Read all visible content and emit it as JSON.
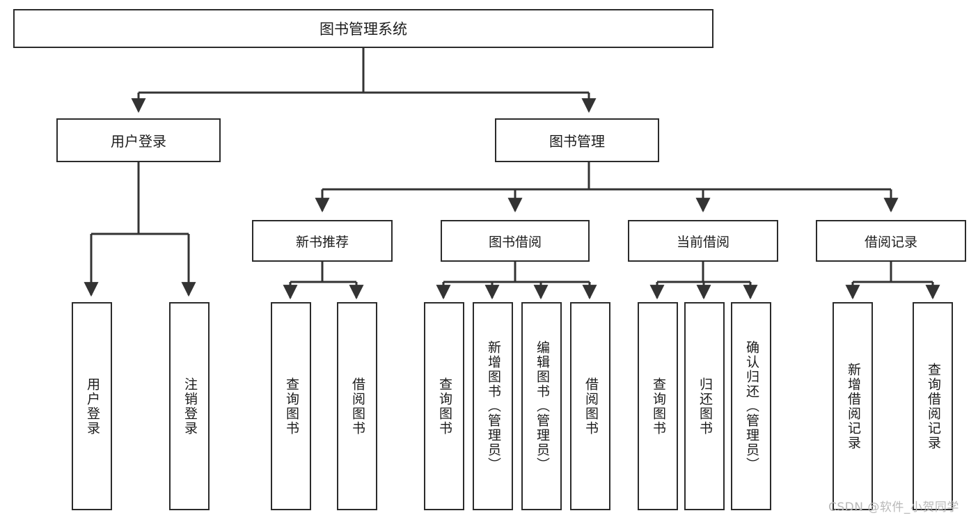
{
  "diagram": {
    "title": "图书管理系统",
    "type": "functional-structure-tree",
    "root": {
      "label": "图书管理系统"
    },
    "level2": [
      {
        "id": "user-login",
        "label": "用户登录"
      },
      {
        "id": "book-manage",
        "label": "图书管理"
      }
    ],
    "level3": [
      {
        "id": "new-book-rec",
        "label": "新书推荐"
      },
      {
        "id": "book-borrow",
        "label": "图书借阅"
      },
      {
        "id": "current-borrow",
        "label": "当前借阅"
      },
      {
        "id": "borrow-record",
        "label": "借阅记录"
      }
    ],
    "leaves": {
      "user_login": [
        {
          "id": "leaf-user-login",
          "label": "用户登录"
        },
        {
          "id": "leaf-logout-login",
          "label": "注销登录"
        }
      ],
      "new_book_rec": [
        {
          "id": "leaf-query-book-1",
          "label": "查询图书"
        },
        {
          "id": "leaf-borrow-book-1",
          "label": "借阅图书"
        }
      ],
      "book_borrow": [
        {
          "id": "leaf-query-book-2",
          "label": "查询图书"
        },
        {
          "id": "leaf-add-book",
          "label": "新增图书（管理员）"
        },
        {
          "id": "leaf-edit-book",
          "label": "编辑图书（管理员）"
        },
        {
          "id": "leaf-borrow-book-2",
          "label": "借阅图书"
        }
      ],
      "current_borrow": [
        {
          "id": "leaf-query-book-3",
          "label": "查询图书"
        },
        {
          "id": "leaf-return-book",
          "label": "归还图书"
        },
        {
          "id": "leaf-confirm-return",
          "label": "确认归还（管理员）"
        }
      ],
      "borrow_record": [
        {
          "id": "leaf-add-record",
          "label": "新增借阅记录"
        },
        {
          "id": "leaf-query-record",
          "label": "查询借阅记录"
        }
      ]
    }
  },
  "watermark": {
    "text": "CSDN @软件_小贺同学"
  },
  "colors": {
    "border": "#2b2b2b",
    "background": "#ffffff",
    "text": "#1b1b1b",
    "edge": "#333333",
    "watermark": "#b9b9b9"
  }
}
